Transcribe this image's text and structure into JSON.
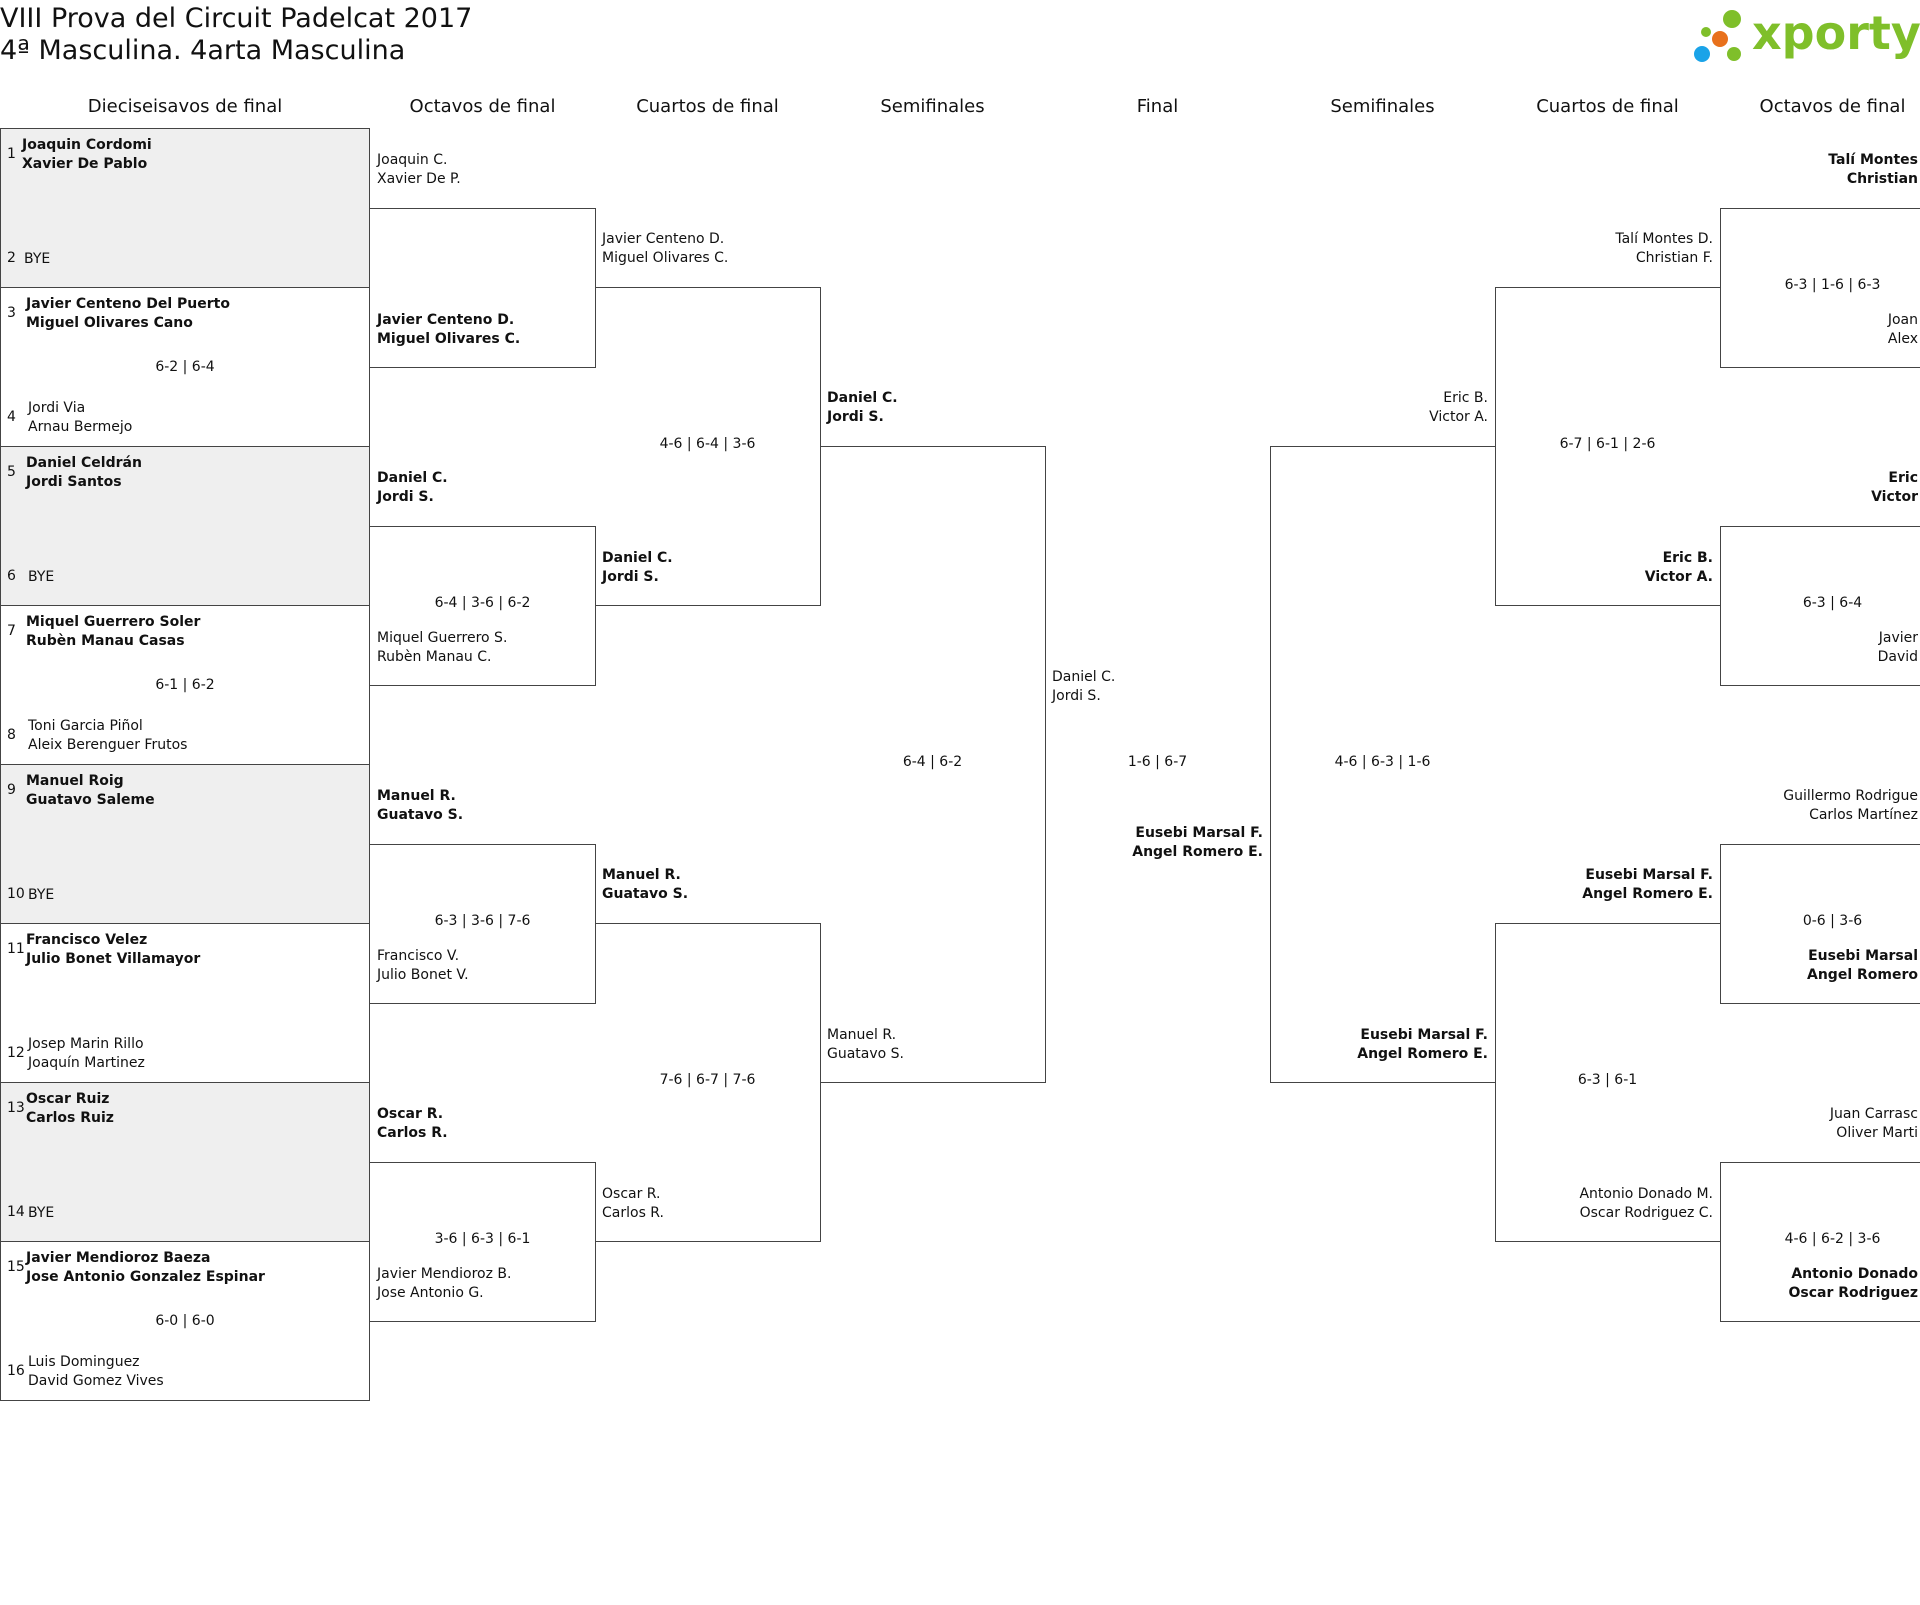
{
  "header": {
    "title": "VIII Prova del Circuit Padelcat 2017",
    "subtitle": "4ª Masculina. 4arta Masculina",
    "logo_text": "xporty",
    "logo_colors": [
      "#7fbf2a",
      "#e8711c",
      "#1aa3e8"
    ]
  },
  "rounds": [
    "Dieciseisavos de final",
    "Octavos de final",
    "Cuartos de final",
    "Semifinales",
    "Final",
    "Semifinales",
    "Cuartos de final",
    "Octavos de final"
  ],
  "r16_left": [
    {
      "seed1": "1",
      "p1a": "Joaquin Cordomi",
      "p1b": "Xavier De Pablo",
      "seed2": "2",
      "p2a": "BYE",
      "p2b": "",
      "score": "",
      "winner": 1,
      "bye": true
    },
    {
      "seed1": "3",
      "p1a": "Javier Centeno Del Puerto",
      "p1b": "Miguel Olivares Cano",
      "seed2": "4",
      "p2a": "Jordi Via",
      "p2b": "Arnau Bermejo",
      "score": "6-2 | 6-4",
      "winner": 1,
      "bye": false
    },
    {
      "seed1": "5",
      "p1a": "Daniel Celdrán",
      "p1b": "Jordi Santos",
      "seed2": "6",
      "p2a": "BYE",
      "p2b": "",
      "score": "",
      "winner": 1,
      "bye": true
    },
    {
      "seed1": "7",
      "p1a": "Miquel Guerrero Soler",
      "p1b": "Rubèn Manau Casas",
      "seed2": "8",
      "p2a": "Toni Garcia Piñol",
      "p2b": "Aleix Berenguer Frutos",
      "score": "6-1 | 6-2",
      "winner": 1,
      "bye": false
    },
    {
      "seed1": "9",
      "p1a": "Manuel Roig",
      "p1b": "Guatavo Saleme",
      "seed2": "10",
      "p2a": "BYE",
      "p2b": "",
      "score": "",
      "winner": 1,
      "bye": true
    },
    {
      "seed1": "11",
      "p1a": "Francisco Velez",
      "p1b": "Julio Bonet Villamayor",
      "seed2": "12",
      "p2a": "Josep Marin Rillo",
      "p2b": "Joaquín Martinez",
      "score": "",
      "winner": 1,
      "bye": false
    },
    {
      "seed1": "13",
      "p1a": "Oscar Ruiz",
      "p1b": "Carlos Ruiz",
      "seed2": "14",
      "p2a": "BYE",
      "p2b": "",
      "score": "",
      "winner": 1,
      "bye": true
    },
    {
      "seed1": "15",
      "p1a": "Javier Mendioroz Baeza",
      "p1b": "Jose Antonio Gonzalez Espinar",
      "seed2": "16",
      "p2a": "Luis Dominguez",
      "p2b": "David Gomez Vives",
      "score": "6-0 | 6-0",
      "winner": 1,
      "bye": false
    }
  ],
  "oct_left": [
    {
      "t1a": "Joaquin C.",
      "t1b": "Xavier De P.",
      "t2a": "Javier Centeno D.",
      "t2b": "Miguel Olivares C.",
      "score": "",
      "winner": 2
    },
    {
      "t1a": "Daniel C.",
      "t1b": "Jordi S.",
      "t2a": "Miquel Guerrero S.",
      "t2b": "Rubèn Manau C.",
      "score": "6-4 | 3-6 | 6-2",
      "winner": 1
    },
    {
      "t1a": "Manuel R.",
      "t1b": "Guatavo S.",
      "t2a": "Francisco V.",
      "t2b": "Julio Bonet V.",
      "score": "6-3 | 3-6 | 7-6",
      "winner": 1
    },
    {
      "t1a": "Oscar R.",
      "t1b": "Carlos R.",
      "t2a": "Javier Mendioroz B.",
      "t2b": "Jose Antonio G.",
      "score": "3-6 | 6-3 | 6-1",
      "winner": 1
    }
  ],
  "qf_left": [
    {
      "t1a": "Javier Centeno D.",
      "t1b": "Miguel Olivares C.",
      "t2a": "Daniel C.",
      "t2b": "Jordi S.",
      "score": "4-6 | 6-4 | 3-6",
      "winner": 2
    },
    {
      "t1a": "Manuel R.",
      "t1b": "Guatavo S.",
      "t2a": "Oscar R.",
      "t2b": "Carlos R.",
      "score": "7-6 | 6-7 | 7-6",
      "winner": 1
    }
  ],
  "sf_left": {
    "t1a": "Daniel C.",
    "t1b": "Jordi S.",
    "t2a": "Manuel R.",
    "t2b": "Guatavo S.",
    "score": "6-4 | 6-2",
    "winner": 1
  },
  "final": {
    "t1a": "Daniel C.",
    "t1b": "Jordi S.",
    "t2a": "Eusebi Marsal F.",
    "t2b": "Angel Romero E.",
    "score": "1-6 | 6-7",
    "winner": 2
  },
  "sf_right": {
    "t1a": "Eric B.",
    "t1b": "Victor A.",
    "t2a": "Eusebi Marsal F.",
    "t2b": "Angel Romero E.",
    "score": "4-6 | 6-3 | 1-6",
    "winner": 2
  },
  "qf_right": [
    {
      "t1a": "Talí Montes D.",
      "t1b": "Christian F.",
      "t2a": "Eric B.",
      "t2b": "Victor A.",
      "score": "6-7 | 6-1 | 2-6",
      "winner": 2
    },
    {
      "t1a": "Eusebi Marsal F.",
      "t1b": "Angel Romero E.",
      "t2a": "Antonio Donado M.",
      "t2b": "Oscar Rodriguez C.",
      "score": "6-3 | 6-1",
      "winner": 1
    }
  ],
  "oct_right": [
    {
      "t1a": "Talí Montes",
      "t1b": "Christian",
      "t2a": "Joan",
      "t2b": "Alex",
      "score": "6-3 | 1-6 | 6-3",
      "winner": 1
    },
    {
      "t1a": "Eric",
      "t1b": "Victor",
      "t2a": "Javier",
      "t2b": "David",
      "score": "6-3 | 6-4",
      "winner": 1
    },
    {
      "t1a": "Guillermo Rodrigue",
      "t1b": "Carlos Martínez",
      "t2a": "Eusebi Marsal",
      "t2b": "Angel Romero",
      "score": "0-6 | 3-6",
      "winner": 2
    },
    {
      "t1a": "Juan Carrasc",
      "t1b": "Oliver Marti",
      "t2a": "Antonio Donado",
      "t2b": "Oscar Rodriguez",
      "score": "4-6 | 6-2 | 3-6",
      "winner": 2
    }
  ]
}
